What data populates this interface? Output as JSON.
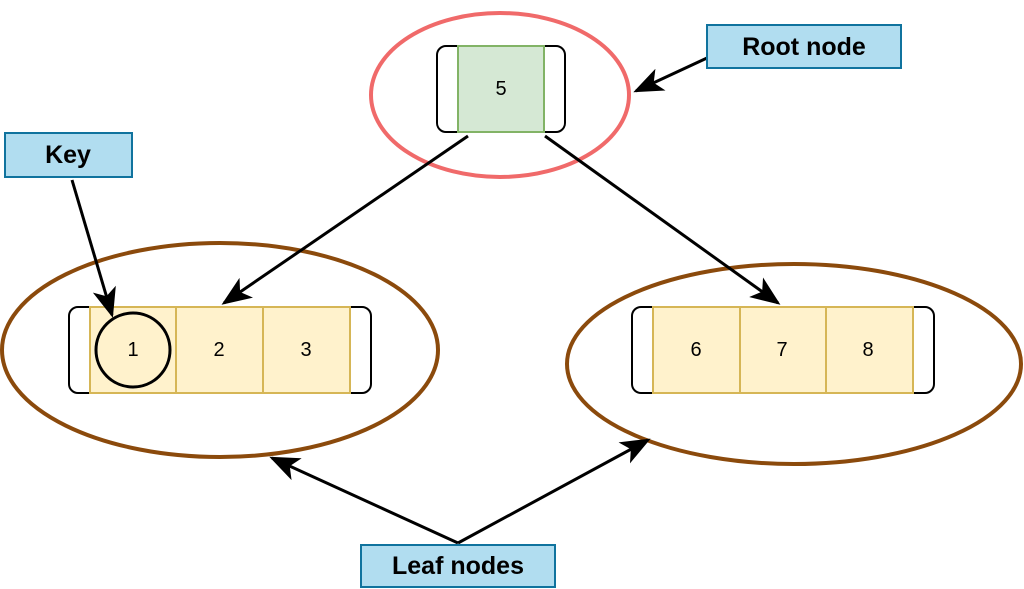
{
  "colors": {
    "root_ring": "#f06a6a",
    "leaf_ring": "#8b4a0c",
    "root_cell_fill": "#d5e8d4",
    "root_cell_border": "#82b366",
    "leaf_cell_fill": "#fff2cc",
    "leaf_cell_border": "#d6b656",
    "callout_fill": "#b1ddf0",
    "callout_border": "#10739e",
    "stroke": "#000000"
  },
  "callouts": {
    "root": "Root node",
    "key": "Key",
    "leaf": "Leaf nodes"
  },
  "root_node": {
    "keys": [
      "5"
    ]
  },
  "left_leaf": {
    "keys": [
      "1",
      "2",
      "3"
    ]
  },
  "right_leaf": {
    "keys": [
      "6",
      "7",
      "8"
    ]
  }
}
